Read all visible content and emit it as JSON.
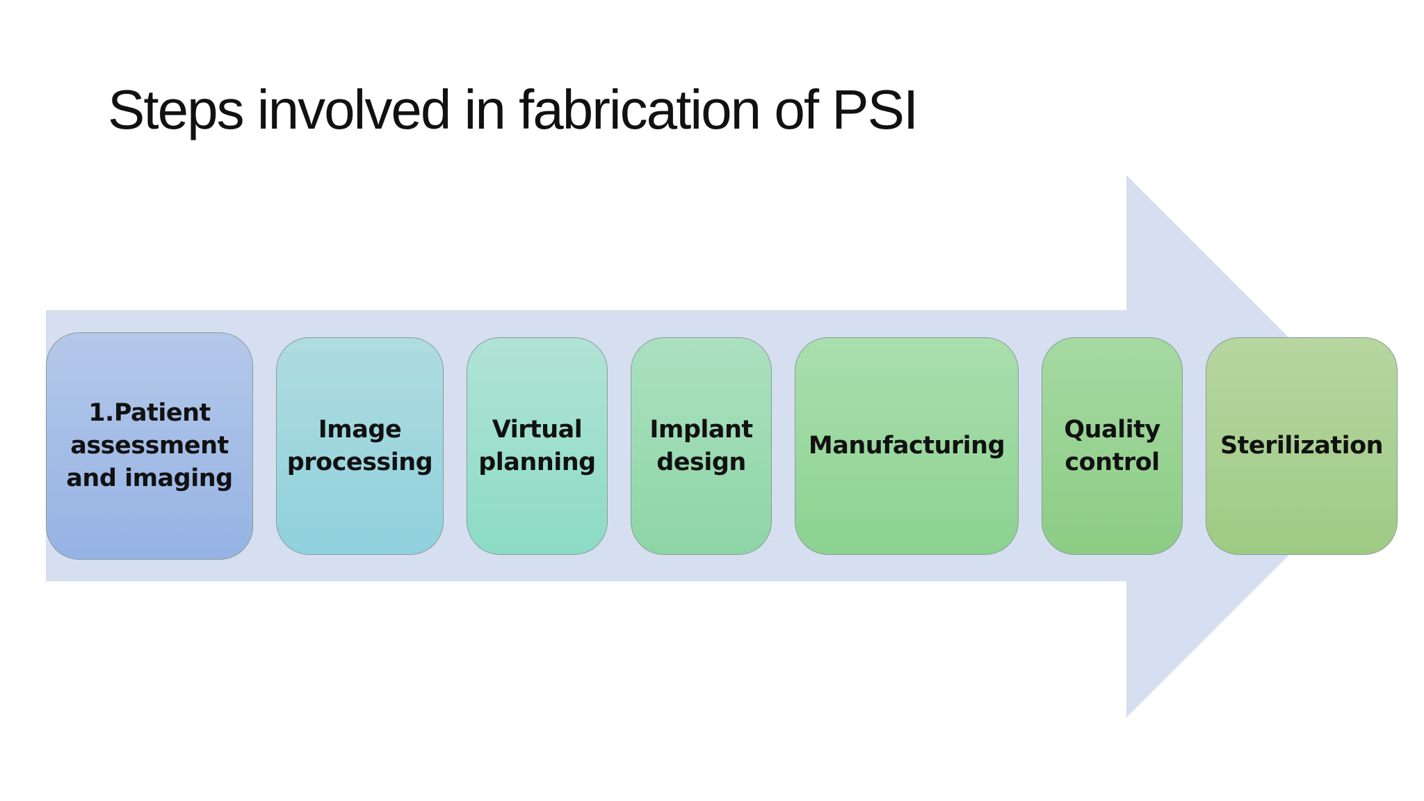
{
  "title": "Steps involved in fabrication of PSI",
  "colors": {
    "arrow": "#d5dfef",
    "box_border": "#8a9a9a",
    "gradients": [
      [
        "#b4c8ea",
        "#95b3e3"
      ],
      [
        "#afdcdf",
        "#8fd1dd"
      ],
      [
        "#b0e3d6",
        "#8cdbc5"
      ],
      [
        "#abe0c0",
        "#8ed5a6"
      ],
      [
        "#aadfae",
        "#8cd290"
      ],
      [
        "#a5d9a2",
        "#8ccd85"
      ],
      [
        "#b7d6a1",
        "#9ecb84"
      ]
    ]
  },
  "steps": [
    {
      "label": "1.Patient\nassessment\nand imaging"
    },
    {
      "label": "Image\nprocessing"
    },
    {
      "label": "Virtual\nplanning"
    },
    {
      "label": "Implant\ndesign"
    },
    {
      "label": "Manufacturing"
    },
    {
      "label": "Quality\ncontrol"
    },
    {
      "label": "Sterilization"
    }
  ]
}
